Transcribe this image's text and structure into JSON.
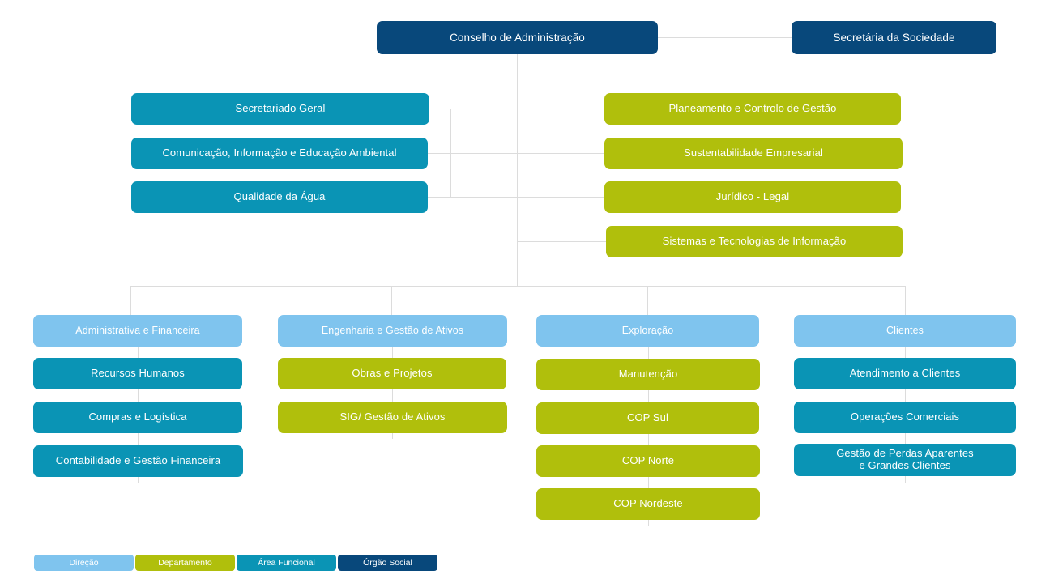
{
  "chart": {
    "title_visible": false,
    "type": "organizational-chart"
  },
  "colors": {
    "orgao_social": "#08487B",
    "direcao": "#7FC4EE",
    "area_funcional": "#0A94B5",
    "departamento": "#B0BF0C",
    "connector": "#dcdcdc",
    "background": "#ffffff",
    "text": "#ffffff"
  },
  "top": {
    "board": {
      "label": "Conselho de Administração",
      "category": "orgao-social"
    },
    "secretary": {
      "label": "Secretária da Sociedade",
      "category": "orgao-social"
    }
  },
  "staff_left": [
    {
      "label": "Secretariado Geral",
      "category": "area-funcional"
    },
    {
      "label": "Comunicação, Informação e Educação Ambiental",
      "category": "area-funcional"
    },
    {
      "label": "Qualidade da Água",
      "category": "area-funcional"
    }
  ],
  "staff_right": [
    {
      "label": "Planeamento e Controlo de Gestão",
      "category": "departamento"
    },
    {
      "label": "Sustentabilidade Empresarial",
      "category": "departamento"
    },
    {
      "label": "Jurídico - Legal",
      "category": "departamento"
    },
    {
      "label": "Sistemas e Tecnologias de Informação",
      "category": "departamento"
    }
  ],
  "divisions": [
    {
      "header": {
        "label": "Administrativa e Financeira",
        "category": "direcao"
      },
      "children": [
        {
          "label": "Recursos Humanos",
          "category": "area-funcional"
        },
        {
          "label": "Compras e Logística",
          "category": "area-funcional"
        },
        {
          "label": "Contabilidade e Gestão Financeira",
          "category": "area-funcional"
        }
      ]
    },
    {
      "header": {
        "label": "Engenharia e Gestão de Ativos",
        "category": "direcao"
      },
      "children": [
        {
          "label": "Obras e Projetos",
          "category": "departamento"
        },
        {
          "label": "SIG/ Gestão de Ativos",
          "category": "departamento"
        }
      ]
    },
    {
      "header": {
        "label": "Exploração",
        "category": "direcao"
      },
      "children": [
        {
          "label": "Manutenção",
          "category": "departamento"
        },
        {
          "label": "COP Sul",
          "category": "departamento"
        },
        {
          "label": "COP Norte",
          "category": "departamento"
        },
        {
          "label": "COP Nordeste",
          "category": "departamento"
        }
      ]
    },
    {
      "header": {
        "label": "Clientes",
        "category": "direcao"
      },
      "children": [
        {
          "label": "Atendimento a Clientes",
          "category": "area-funcional"
        },
        {
          "label": "Operações Comerciais",
          "category": "area-funcional"
        },
        {
          "label": "Gestão de Perdas Aparentes\ne Grandes Clientes",
          "category": "area-funcional"
        }
      ]
    }
  ],
  "legend": [
    {
      "label": "Direção",
      "category": "direcao"
    },
    {
      "label": "Departamento",
      "category": "departamento"
    },
    {
      "label": "Área Funcional",
      "category": "area-funcional"
    },
    {
      "label": "Órgão Social",
      "category": "orgao-social"
    }
  ]
}
